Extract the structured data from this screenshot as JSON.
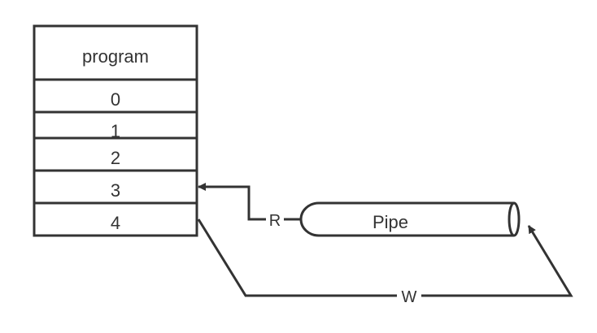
{
  "table": {
    "header": "program",
    "rows": [
      "0",
      "1",
      "2",
      "3",
      "4"
    ]
  },
  "pipe": {
    "label": "Pipe"
  },
  "edges": {
    "read_label": "R",
    "write_label": "W"
  },
  "colors": {
    "stroke": "#333333",
    "background": "#ffffff"
  }
}
